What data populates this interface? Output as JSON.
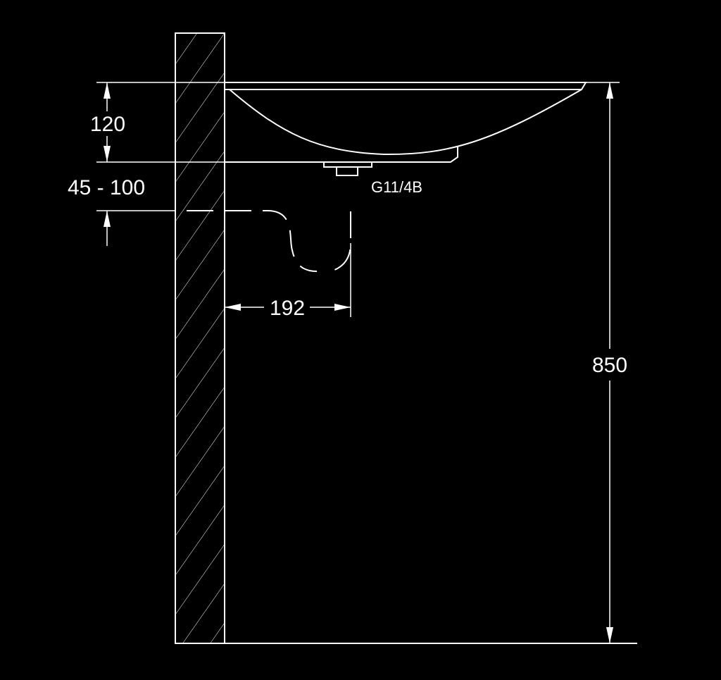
{
  "colors": {
    "background": "#000000",
    "line": "#ffffff"
  },
  "dimensions": {
    "basin_depth": "120",
    "waste_height_range": "45 - 100",
    "trap_offset": "192",
    "mounting_height": "850"
  },
  "labels": {
    "waste_thread": "G11/4B"
  }
}
